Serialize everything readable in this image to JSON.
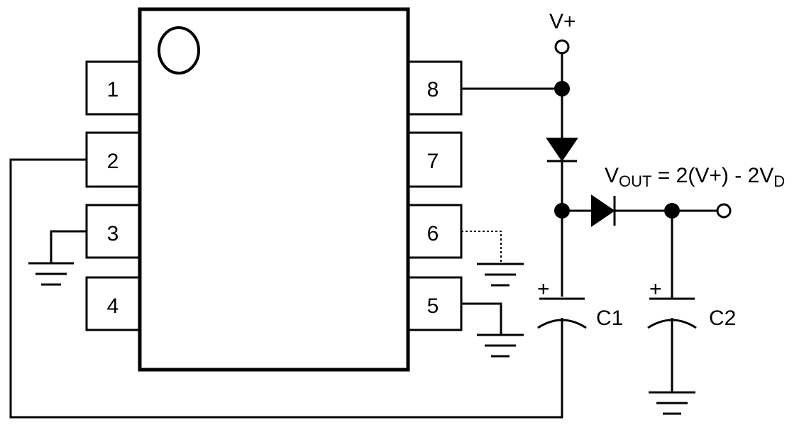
{
  "ic": {
    "pins_left": [
      {
        "number": "1"
      },
      {
        "number": "2"
      },
      {
        "number": "3"
      },
      {
        "number": "4"
      }
    ],
    "pins_right": [
      {
        "number": "8"
      },
      {
        "number": "7"
      },
      {
        "number": "6"
      },
      {
        "number": "5"
      }
    ]
  },
  "labels": {
    "supply": "V+",
    "vout_main": "V",
    "vout_sub": "OUT",
    "vout_expr": " = 2(V+) - 2V",
    "vout_sub2": "D",
    "c1": "C1",
    "c2": "C2",
    "plus": "+"
  }
}
